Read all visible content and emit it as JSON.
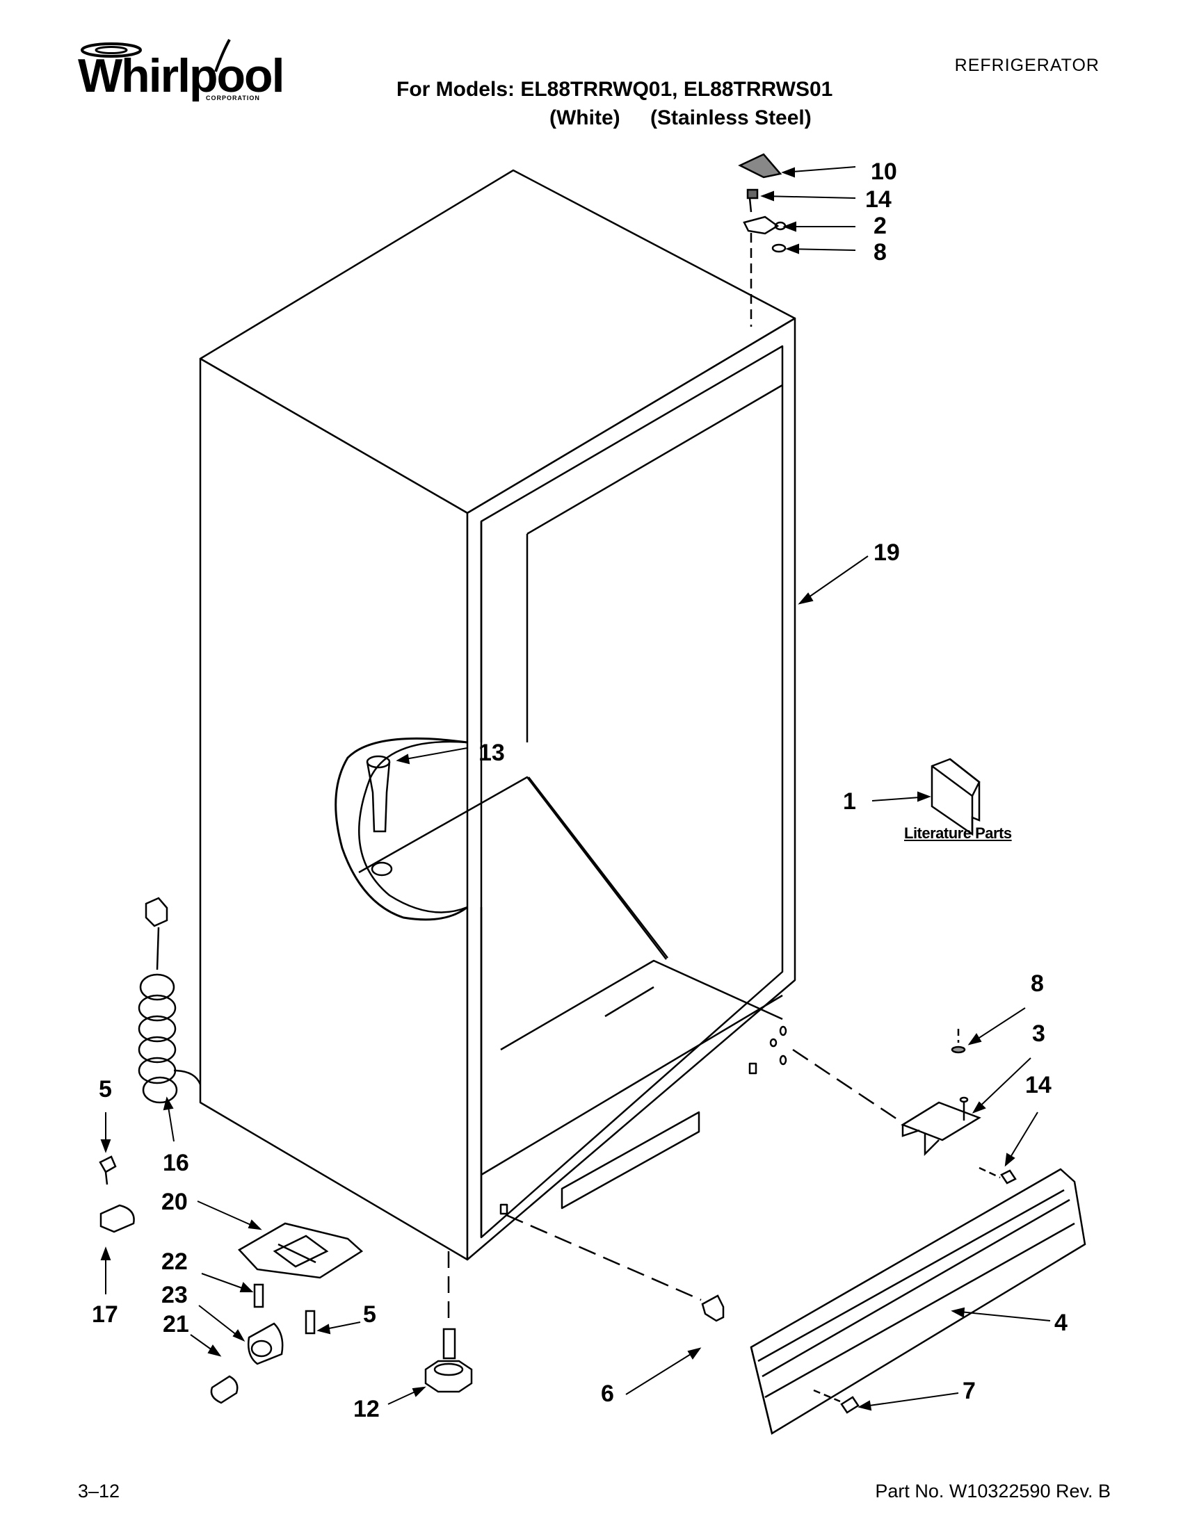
{
  "header": {
    "brand": "Whirlpool",
    "brand_sub": "CORPORATION",
    "category": "REFRIGERATOR",
    "models_line": "For Models: EL88TRRWQ01, EL88TRRWS01",
    "variant_white": "(White)",
    "variant_stainless": "(Stainless Steel)"
  },
  "diagram": {
    "literature_label": "Literature Parts",
    "callouts": {
      "c10": "10",
      "c14a": "14",
      "c2": "2",
      "c8a": "8",
      "c19": "19",
      "c13": "13",
      "c1": "1",
      "c8b": "8",
      "c3": "3",
      "c14b": "14",
      "c5a": "5",
      "c16": "16",
      "c20": "20",
      "c22": "22",
      "c23": "23",
      "c5b": "5",
      "c17": "17",
      "c21": "21",
      "c4": "4",
      "c7": "7",
      "c6": "6",
      "c12": "12"
    }
  },
  "footer": {
    "page": "3–12",
    "part_no": "Part No. W10322590 Rev. B"
  }
}
